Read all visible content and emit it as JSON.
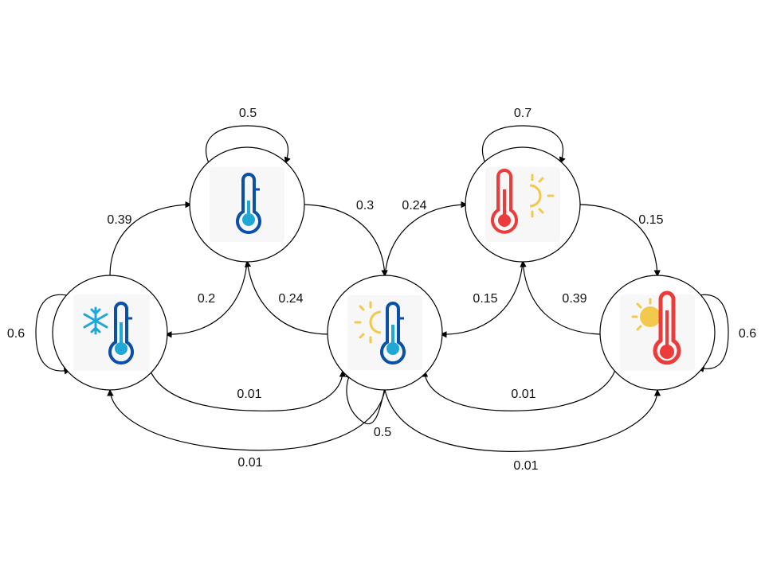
{
  "nodes": [
    {
      "id": "cold",
      "icon": "snowflake-thermometer-icon"
    },
    {
      "id": "cool",
      "icon": "thermometer-low-icon"
    },
    {
      "id": "mild",
      "icon": "sun-thermometer-icon"
    },
    {
      "id": "warm",
      "icon": "hot-thermometer-sun-icon"
    },
    {
      "id": "hot",
      "icon": "sun-hot-thermometer-icon"
    }
  ],
  "edges": [
    {
      "from": "cool",
      "to": "cool",
      "label": "0.5"
    },
    {
      "from": "warm",
      "to": "warm",
      "label": "0.7"
    },
    {
      "from": "cold",
      "to": "cold",
      "label": "0.6"
    },
    {
      "from": "hot",
      "to": "hot",
      "label": "0.6"
    },
    {
      "from": "mild",
      "to": "mild",
      "label": "0.5"
    },
    {
      "from": "cold",
      "to": "cool",
      "label": "0.39"
    },
    {
      "from": "cool",
      "to": "mild",
      "label": "0.3"
    },
    {
      "from": "mild",
      "to": "warm",
      "label": "0.24"
    },
    {
      "from": "warm",
      "to": "hot",
      "label": "0.15"
    },
    {
      "from": "cool",
      "to": "cold",
      "label": "0.2"
    },
    {
      "from": "mild",
      "to": "cool",
      "label": "0.24"
    },
    {
      "from": "warm",
      "to": "mild",
      "label": "0.15"
    },
    {
      "from": "hot",
      "to": "warm",
      "label": "0.39"
    },
    {
      "from": "cold",
      "to": "mild",
      "label": "0.01"
    },
    {
      "from": "hot",
      "to": "mild",
      "label": "0.01"
    },
    {
      "from": "mild",
      "to": "cold",
      "label": "0.01"
    },
    {
      "from": "mild",
      "to": "hot",
      "label": "0.01"
    }
  ],
  "colors": {
    "cold_blue": "#0a4fa8",
    "ice_blue": "#1fa7d6",
    "hot_red": "#ec3b3b",
    "sun_yellow": "#f2c94c"
  }
}
